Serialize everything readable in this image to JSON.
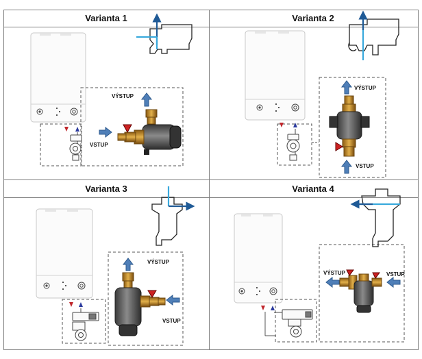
{
  "panels": [
    {
      "title": "Varianta 1",
      "output_label": "VÝSTUP",
      "input_label": "VSTUP"
    },
    {
      "title": "Varianta 2",
      "output_label": "VÝSTUP",
      "input_label": "VSTUP"
    },
    {
      "title": "Varianta 3",
      "output_label": "VÝSTUP",
      "input_label": "VSTUP"
    },
    {
      "title": "Varianta 4",
      "output_label": "VÝSTUP",
      "input_label": "VSTUP"
    }
  ],
  "colors": {
    "flow_arrow": "#4f7fb8",
    "pipe_line": "#39a9dc",
    "pipe_arrow": "#1f5a96",
    "hot_marker": "#c0282d",
    "cold_marker": "#2b3a9e",
    "grid": "#7f7f7f",
    "dashed_box": "#555555"
  },
  "icons": [
    "boiler-unit",
    "filter-unit",
    "orientation-pictogram",
    "flow-arrow",
    "hot-marker",
    "cold-marker"
  ]
}
